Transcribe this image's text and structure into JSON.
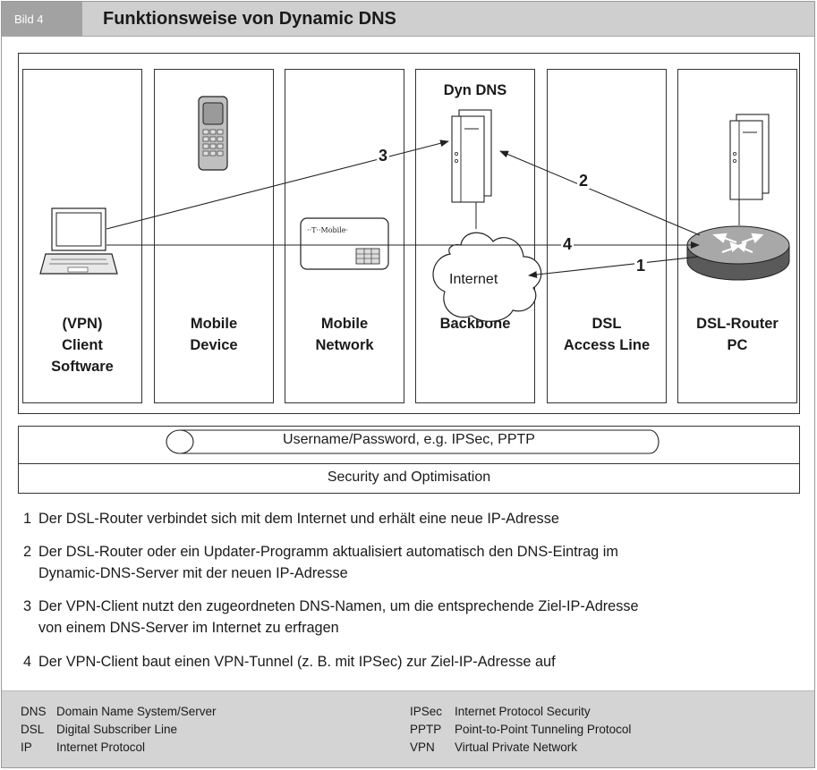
{
  "header": {
    "badge": "Bild 4",
    "title": "Funktionsweise von Dynamic DNS"
  },
  "diagram": {
    "columns": [
      {
        "label_lines": [
          "(VPN)",
          "Client",
          "Software"
        ]
      },
      {
        "label_lines": [
          "Mobile",
          "Device"
        ]
      },
      {
        "label_lines": [
          "Mobile",
          "Network"
        ]
      },
      {
        "top_label": "Dyn DNS",
        "label_lines": [
          "Backbone"
        ]
      },
      {
        "label_lines": [
          "DSL",
          "Access Line"
        ]
      },
      {
        "label_lines": [
          "DSL-Router",
          "PC"
        ]
      }
    ],
    "internet_label": "Internet",
    "card_brand": "··T··Mobile·",
    "step_markers": [
      "1",
      "2",
      "3",
      "4"
    ]
  },
  "security": {
    "protocols": "Username/Password, e.g. IPSec, PPTP",
    "caption": "Security and Optimisation"
  },
  "steps": [
    {
      "num": "1",
      "lines": [
        "Der DSL-Router verbindet sich mit dem Internet und erhält eine neue IP-Adresse"
      ]
    },
    {
      "num": "2",
      "lines": [
        "Der DSL-Router oder ein Updater-Programm aktualisiert automatisch den DNS-Eintrag im",
        "Dynamic-DNS-Server mit der neuen IP-Adresse"
      ]
    },
    {
      "num": "3",
      "lines": [
        "Der VPN-Client nutzt den zugeordneten DNS-Namen, um die entsprechende Ziel-IP-Adresse",
        "von einem DNS-Server im Internet zu erfragen"
      ]
    },
    {
      "num": "4",
      "lines": [
        "Der VPN-Client baut einen VPN-Tunnel (z. B. mit IPSec) zur Ziel-IP-Adresse auf"
      ]
    }
  ],
  "abbreviations": {
    "left": [
      {
        "abbr": "DNS",
        "text": "Domain Name System/Server"
      },
      {
        "abbr": "DSL",
        "text": "Digital Subscriber Line"
      },
      {
        "abbr": "IP",
        "text": "Internet Protocol"
      }
    ],
    "right": [
      {
        "abbr": "IPSec",
        "text": "Internet Protocol Security"
      },
      {
        "abbr": "PPTP",
        "text": "Point-to-Point Tunneling Protocol"
      },
      {
        "abbr": "VPN",
        "text": "Virtual Private Network"
      }
    ]
  }
}
